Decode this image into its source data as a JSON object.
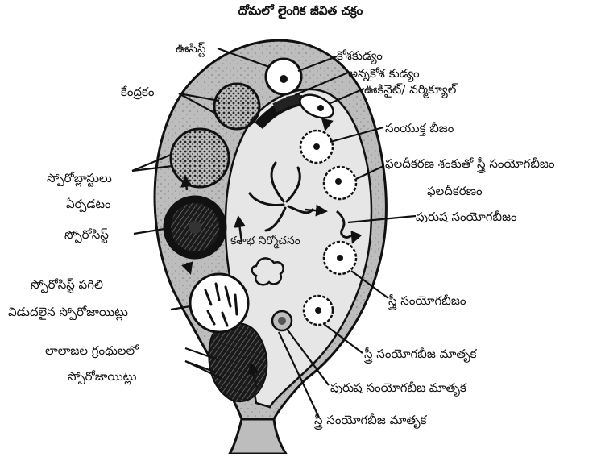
{
  "title": "దోమలో లైంగిక జీవిత చక్రం",
  "labels": {
    "oocyst": "ఊసిస్ట్",
    "cell_wall": "కోశకుడ్యం",
    "gut_wall": "అన్నకోశ కుడ్యం",
    "ookinete": "ఊకినైట్/ వర్మిక్యూల్",
    "nucleus": "కేంద్రకం",
    "zygote": "సంయుక్త బీజం",
    "fertilization_cone": "ఫలదీకరణ శంకుతో స్త్రీ సంయోగబీజం",
    "sporoblast_1": "స్పోరోబ్లాస్టులు",
    "sporoblast_2": "ఏర్పడటం",
    "fertilization": "ఫలదీకరణం",
    "male_gamete": "పురుష సంయోగబీజం",
    "sporocyst": "స్పోరోసిస్ట్",
    "exflagellation": "కశాభ నిర్మోచనం",
    "rupture_1": "స్పోరోసిస్ట్ పగిలి",
    "rupture_2": "విడుదలైన స్పోరోజాయిట్లు",
    "female_gamete": "స్త్రీ సంయోగబీజం",
    "salivary_1": "లాలాజల గ్రంథులలో",
    "salivary_2": "స్పోరోజాయిట్లు",
    "female_gametocyte_mid": "స్త్రీ సంయోగబీజ  మాతృక",
    "male_gametocyte": "పురుష సంయోగబీజ మాతృక",
    "female_gametocyte_bottom": "స్త్రీ సంయోగబీజ మాతృక"
  }
}
